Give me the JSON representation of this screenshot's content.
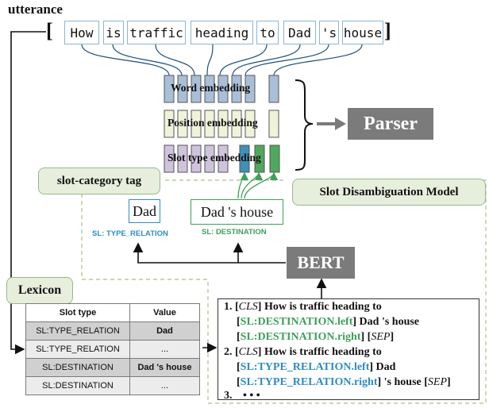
{
  "utterance_label": "utterance",
  "bracket_open": "[",
  "bracket_close": "]",
  "tokens": [
    "How",
    "is",
    "traffic",
    "heading",
    "to",
    "Dad",
    "'s",
    "house"
  ],
  "embeddings": {
    "word": "Word  embedding",
    "position": "Position  embedding",
    "slot_type": "Slot type embedding"
  },
  "parser": "Parser",
  "slot_category_tag": "slot-category tag",
  "slot_disambiguation_model": "Slot Disambiguation Model",
  "candidates": [
    {
      "text": "Dad",
      "label": "SL: TYPE_RELATION"
    },
    {
      "text": "Dad 's house",
      "label": "SL: DESTINATION"
    }
  ],
  "bert": "BERT",
  "lexicon": {
    "title": "Lexicon",
    "headers": [
      "Slot type",
      "Value"
    ],
    "rows": [
      [
        "SL:TYPE_RELATION",
        "Dad"
      ],
      [
        "SL:TYPE_RELATION",
        "..."
      ],
      [
        "SL:DESTINATION",
        "Dad 's house"
      ],
      [
        "SL:DESTINATION",
        "..."
      ]
    ]
  },
  "examples": {
    "item1_num": "1.",
    "item1_line1_cls": "CLS",
    "item1_line1_text": " How is traffic heading to",
    "item1_line2_slot": "SL:DESTINATION.left",
    "item1_line2_text": " Dad 's house",
    "item1_line3_slot": "SL:DESTINATION.right",
    "item1_line3_sep": "SEP",
    "item2_num": "2.",
    "item2_line1_cls": "CLS",
    "item2_line1_text": " How is traffic heading to",
    "item2_line2_slot": "SL:TYPE_RELATION.left",
    "item2_line2_text": " Dad",
    "item2_line3_slot": "SL:TYPE_RELATION.right",
    "item2_line3_text": " 's house ",
    "item2_line3_sep": "SEP",
    "item3_num": "3.",
    "item3_dots": "• • •"
  },
  "colors": {
    "token_border": "#8db5d2",
    "word_emb": "#a9bfd8",
    "position_emb": "#f0f3da",
    "slot_emb": "#cfc3de",
    "slot_blue": "#2e8cc4",
    "slot_green": "#3f9f5a",
    "tag_bg": "#e7efdc",
    "gray_box": "#7b7b7b"
  }
}
